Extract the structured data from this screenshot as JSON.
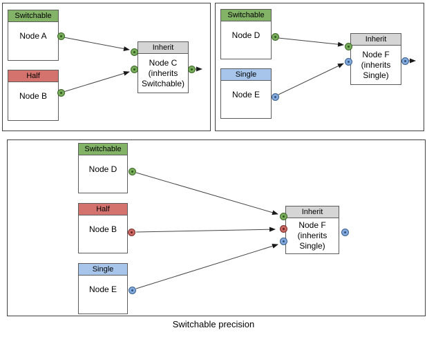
{
  "figure": {
    "caption": "Switchable precision"
  },
  "colors": {
    "switchable_green": "#82B366",
    "half_red": "#D4736E",
    "single_blue": "#A7C5EA",
    "inherit_gray": "#D5D5D5",
    "port_green": "#76AC5A",
    "port_red": "#CB6762",
    "port_blue": "#82A9DB",
    "node_border": "#5b5b5b",
    "edge_line": "#444444"
  },
  "panels": [
    {
      "id": "top-left",
      "nodes": [
        {
          "header": "Switchable",
          "label": "Node A",
          "output_port": "green"
        },
        {
          "header": "Half",
          "label": "Node B",
          "output_port": "green"
        },
        {
          "header": "Inherit",
          "lines": [
            "Node C",
            "(inherits",
            "Switchable)"
          ],
          "input_ports": [
            "green",
            "green"
          ],
          "output_port": "green"
        }
      ],
      "edges": [
        {
          "from": "Node A",
          "to": "Node C"
        },
        {
          "from": "Node B",
          "to": "Node C"
        }
      ]
    },
    {
      "id": "top-right",
      "nodes": [
        {
          "header": "Switchable",
          "label": "Node D",
          "output_port": "green"
        },
        {
          "header": "Single",
          "label": "Node E",
          "output_port": "blue"
        },
        {
          "header": "Inherit",
          "lines": [
            "Node F",
            "(inherits",
            "Single)"
          ],
          "input_ports": [
            "green",
            "blue"
          ],
          "output_port": "blue"
        }
      ],
      "edges": [
        {
          "from": "Node D",
          "to": "Node F"
        },
        {
          "from": "Node E",
          "to": "Node F"
        }
      ]
    },
    {
      "id": "bottom",
      "nodes": [
        {
          "header": "Switchable",
          "label": "Node D",
          "output_port": "green"
        },
        {
          "header": "Half",
          "label": "Node B",
          "output_port": "red"
        },
        {
          "header": "Single",
          "label": "Node E",
          "output_port": "blue"
        },
        {
          "header": "Inherit",
          "lines": [
            "Node F",
            "(inherits",
            "Single)"
          ],
          "input_ports": [
            "green",
            "red",
            "blue"
          ],
          "output_port": "blue"
        }
      ],
      "edges": [
        {
          "from": "Node D",
          "to": "Node F"
        },
        {
          "from": "Node B",
          "to": "Node F"
        },
        {
          "from": "Node E",
          "to": "Node F"
        }
      ]
    }
  ]
}
